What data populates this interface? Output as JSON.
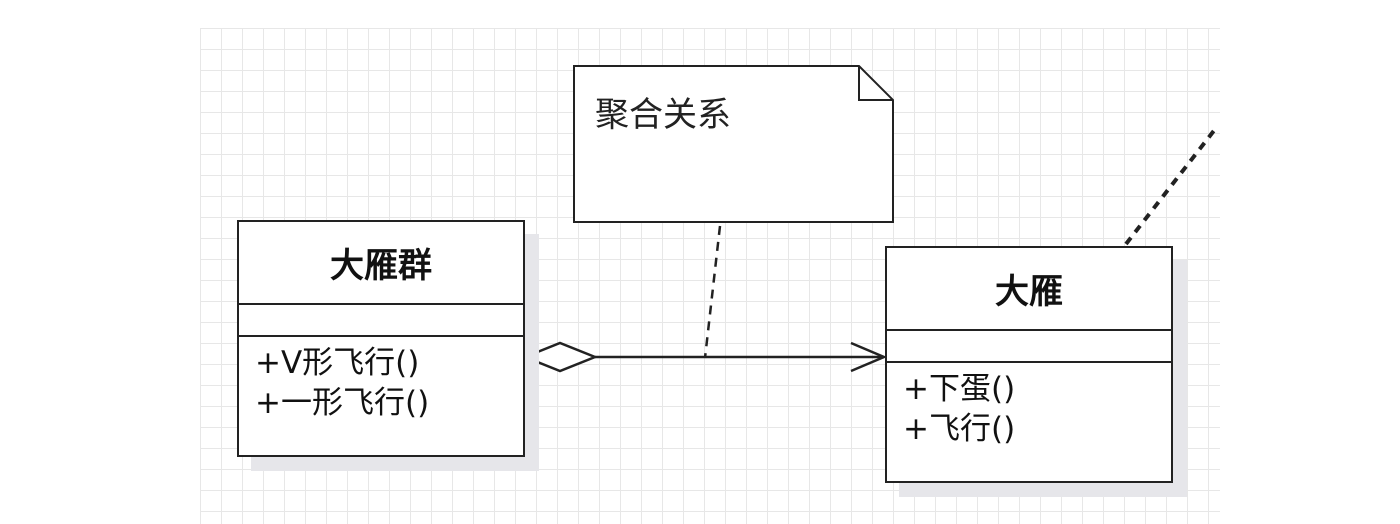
{
  "note": {
    "text": "聚合关系"
  },
  "classes": {
    "flock": {
      "name": "大雁群",
      "attributes": [],
      "operations": [
        "+V形飞行()",
        "+一形飞行()"
      ]
    },
    "goose": {
      "name": "大雁",
      "attributes": [],
      "operations": [
        "+下蛋()",
        "+飞行()"
      ]
    }
  },
  "relationship": {
    "type": "aggregation",
    "whole": "大雁群",
    "part": "大雁"
  },
  "colors": {
    "line": "#222222",
    "grid": "#e7e7e7",
    "shadow": "#e6e6ea"
  }
}
